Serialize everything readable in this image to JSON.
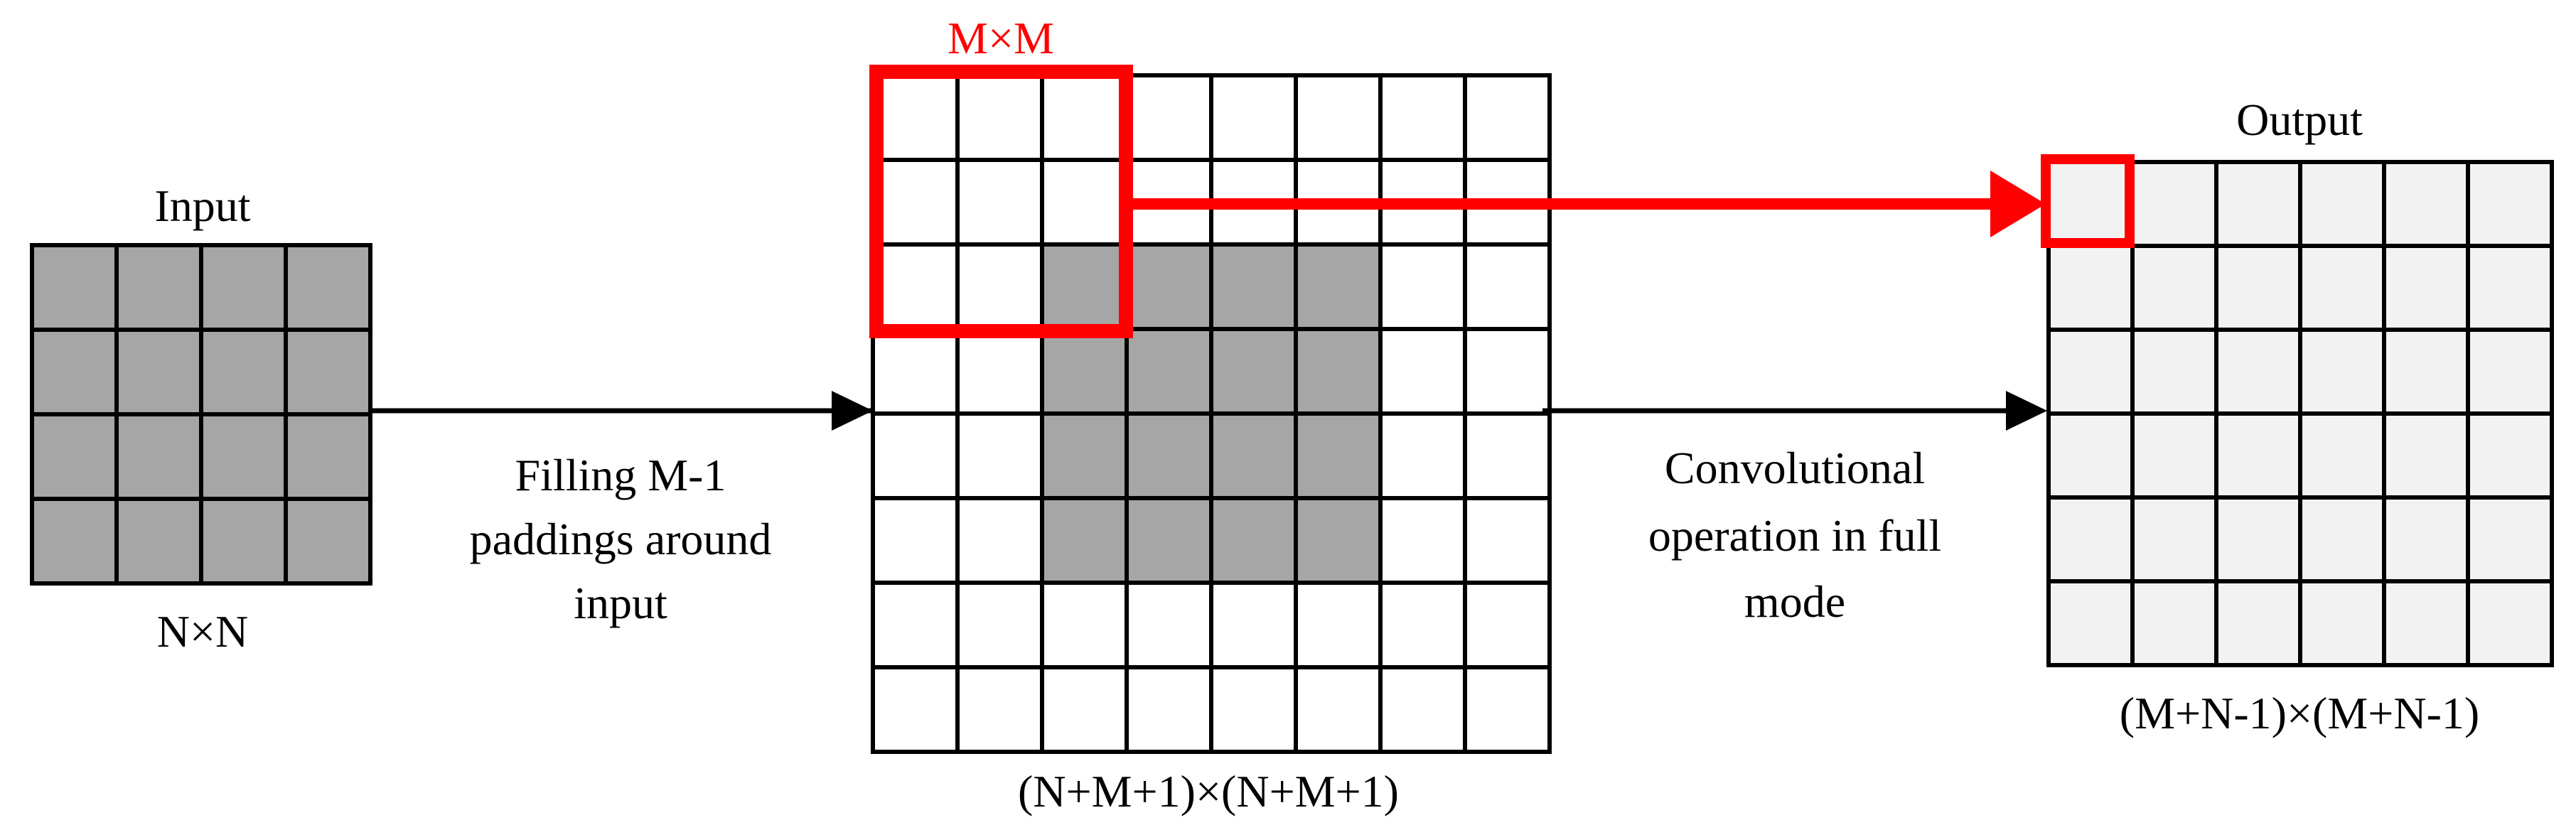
{
  "input": {
    "title": "Input",
    "size_label": "N×N",
    "rows": 4,
    "cols": 4,
    "cell_fill": "#a6a6a6"
  },
  "padded": {
    "size_label": "(N+M+1)×(N+M+1)",
    "rows": 8,
    "cols": 8,
    "input_region": {
      "row_start": 2,
      "col_start": 2,
      "rows": 4,
      "cols": 4
    },
    "input_fill": "#a6a6a6",
    "pad_fill": "#ffffff"
  },
  "kernel": {
    "label": "M×M",
    "size": 3,
    "color": "#ff0000"
  },
  "output": {
    "title": "Output",
    "size_label": "(M+N-1)×(M+N-1)",
    "rows": 6,
    "cols": 6,
    "cell_fill": "#f2f2f2"
  },
  "step1_label": [
    "Filling M-1",
    "paddings around",
    "input"
  ],
  "step2_label": [
    "Convolutional",
    "operation in full",
    "mode"
  ],
  "colors": {
    "grid_line": "#000000",
    "highlight": "#ff0000",
    "arrow": "#000000"
  }
}
